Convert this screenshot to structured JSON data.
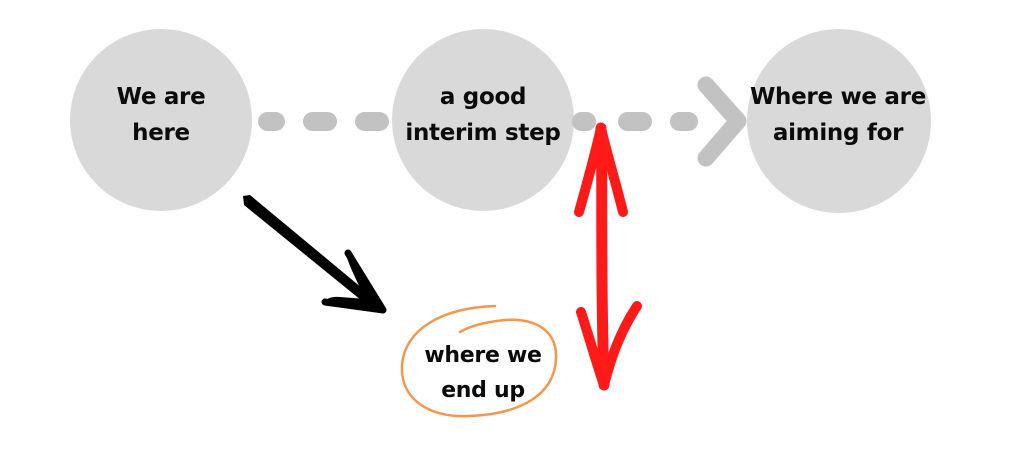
{
  "diagram": {
    "type": "progress-path",
    "nodes": [
      {
        "id": "current",
        "label_lines": [
          "We are",
          "here"
        ]
      },
      {
        "id": "interim",
        "label_lines": [
          "a good",
          "interim step"
        ]
      },
      {
        "id": "goal",
        "label_lines": [
          "Where we are",
          "aiming for"
        ]
      },
      {
        "id": "outcome",
        "label_lines": [
          "where we",
          "end up"
        ]
      }
    ],
    "connectors": [
      {
        "from": "current",
        "to": "interim",
        "style": "dashed",
        "color": "#c2c2c2"
      },
      {
        "from": "interim",
        "to": "goal",
        "style": "dashed-arrow",
        "color": "#c2c2c2"
      },
      {
        "from": "current",
        "to": "outcome",
        "style": "hand-drawn-arrow",
        "color": "#000000"
      },
      {
        "from": "interim",
        "to": "outcome",
        "style": "double-headed-arrow",
        "color": "#ff1a1a",
        "meaning": "gap"
      }
    ],
    "colors": {
      "node_fill": "#d9d9d9",
      "dash": "#c2c2c2",
      "outcome_outline": "#f5964a",
      "gap_arrow": "#ff1a1a",
      "text": "#0b0b0b"
    }
  }
}
